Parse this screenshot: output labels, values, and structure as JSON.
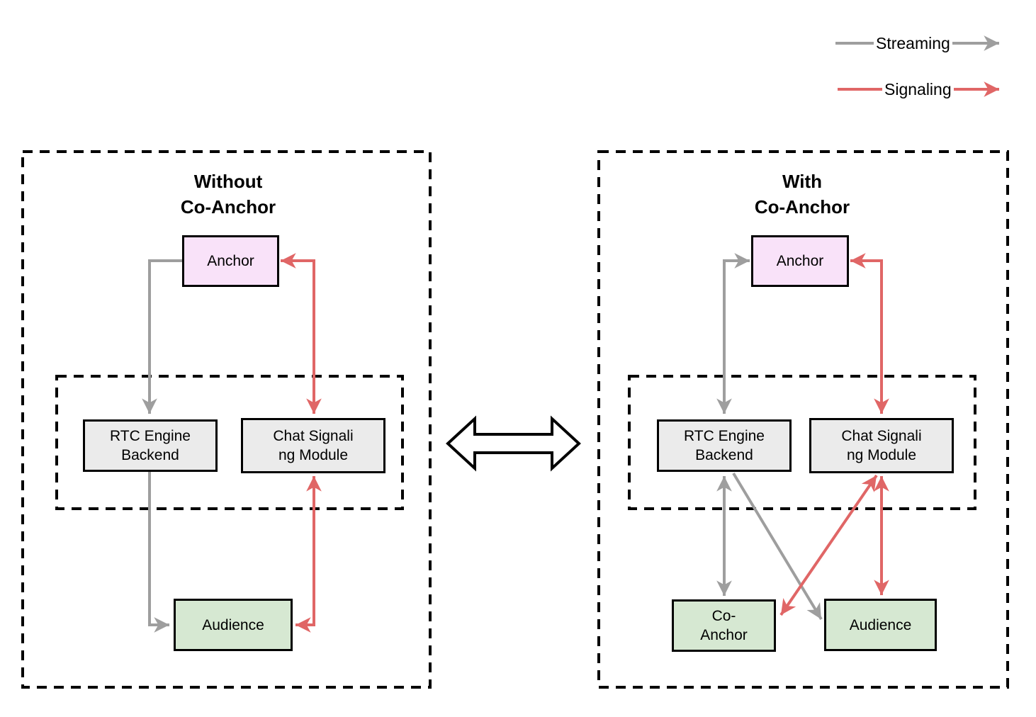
{
  "legend": {
    "streaming_label": "Streaming",
    "signaling_label": "Signaling"
  },
  "colors": {
    "streaming_arrow": "#9e9e9e",
    "signaling_arrow": "#e06666",
    "anchor_fill": "#f9e2f9",
    "backend_fill": "#ebebeb",
    "audience_fill": "#d6e8d2",
    "border": "#000000",
    "background": "#ffffff"
  },
  "left": {
    "title_lines": [
      "Without",
      "Co-Anchor"
    ],
    "anchor": {
      "label": "Anchor"
    },
    "rtc": {
      "lines": [
        "RTC Engine",
        "Backend"
      ]
    },
    "chat": {
      "lines": [
        "Chat Signali",
        "ng Module"
      ]
    },
    "audience": {
      "label": "Audience"
    },
    "edges": [
      {
        "from": "Anchor",
        "to": "RTC Engine Backend",
        "type": "streaming",
        "direction": "one-way"
      },
      {
        "from": "RTC Engine Backend",
        "to": "Audience",
        "type": "streaming",
        "direction": "one-way"
      },
      {
        "from": "Anchor",
        "to": "Chat Signaling Module",
        "type": "signaling",
        "direction": "two-way"
      },
      {
        "from": "Chat Signaling Module",
        "to": "Audience",
        "type": "signaling",
        "direction": "two-way"
      }
    ]
  },
  "right": {
    "title_lines": [
      "With",
      "Co-Anchor"
    ],
    "anchor": {
      "label": "Anchor"
    },
    "rtc": {
      "lines": [
        "RTC Engine",
        "Backend"
      ]
    },
    "chat": {
      "lines": [
        "Chat Signali",
        "ng Module"
      ]
    },
    "coanchor": {
      "lines": [
        "Co-",
        "Anchor"
      ]
    },
    "audience": {
      "label": "Audience"
    },
    "edges": [
      {
        "from": "Anchor",
        "to": "RTC Engine Backend",
        "type": "streaming",
        "direction": "two-way"
      },
      {
        "from": "RTC Engine Backend",
        "to": "Co-Anchor",
        "type": "streaming",
        "direction": "two-way"
      },
      {
        "from": "RTC Engine Backend",
        "to": "Audience",
        "type": "streaming",
        "direction": "one-way"
      },
      {
        "from": "Anchor",
        "to": "Chat Signaling Module",
        "type": "signaling",
        "direction": "two-way"
      },
      {
        "from": "Chat Signaling Module",
        "to": "Co-Anchor",
        "type": "signaling",
        "direction": "two-way"
      },
      {
        "from": "Chat Signaling Module",
        "to": "Audience",
        "type": "signaling",
        "direction": "two-way"
      }
    ]
  }
}
